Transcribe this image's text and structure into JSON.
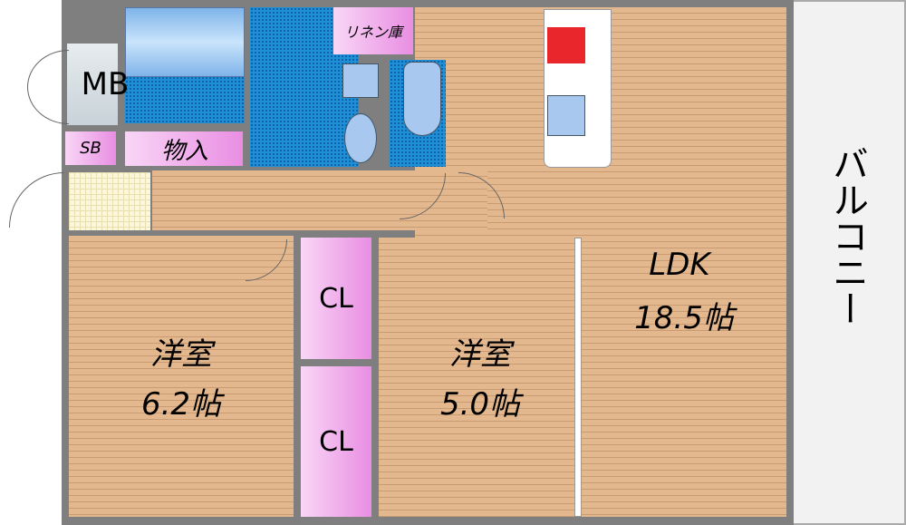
{
  "rooms": {
    "mb": "MB",
    "sb": "SB",
    "storage": "物入",
    "linen": "リネン庫",
    "closet1": "CL",
    "closet2": "CL",
    "bedroom1": {
      "name": "洋室",
      "size": "6.2帖"
    },
    "bedroom2": {
      "name": "洋室",
      "size": "5.0帖"
    },
    "ldk": {
      "name": "LDK",
      "size": "18.5帖"
    },
    "balcony": "バルコニー"
  },
  "colors": {
    "wall": "#7f7f7f",
    "floor_wood": "#e3b88f",
    "wet_area": "#1f8fd6",
    "storage": "#e98ee3",
    "entry_tile": "#fbf6dc",
    "balcony": "#f2f2f2"
  }
}
